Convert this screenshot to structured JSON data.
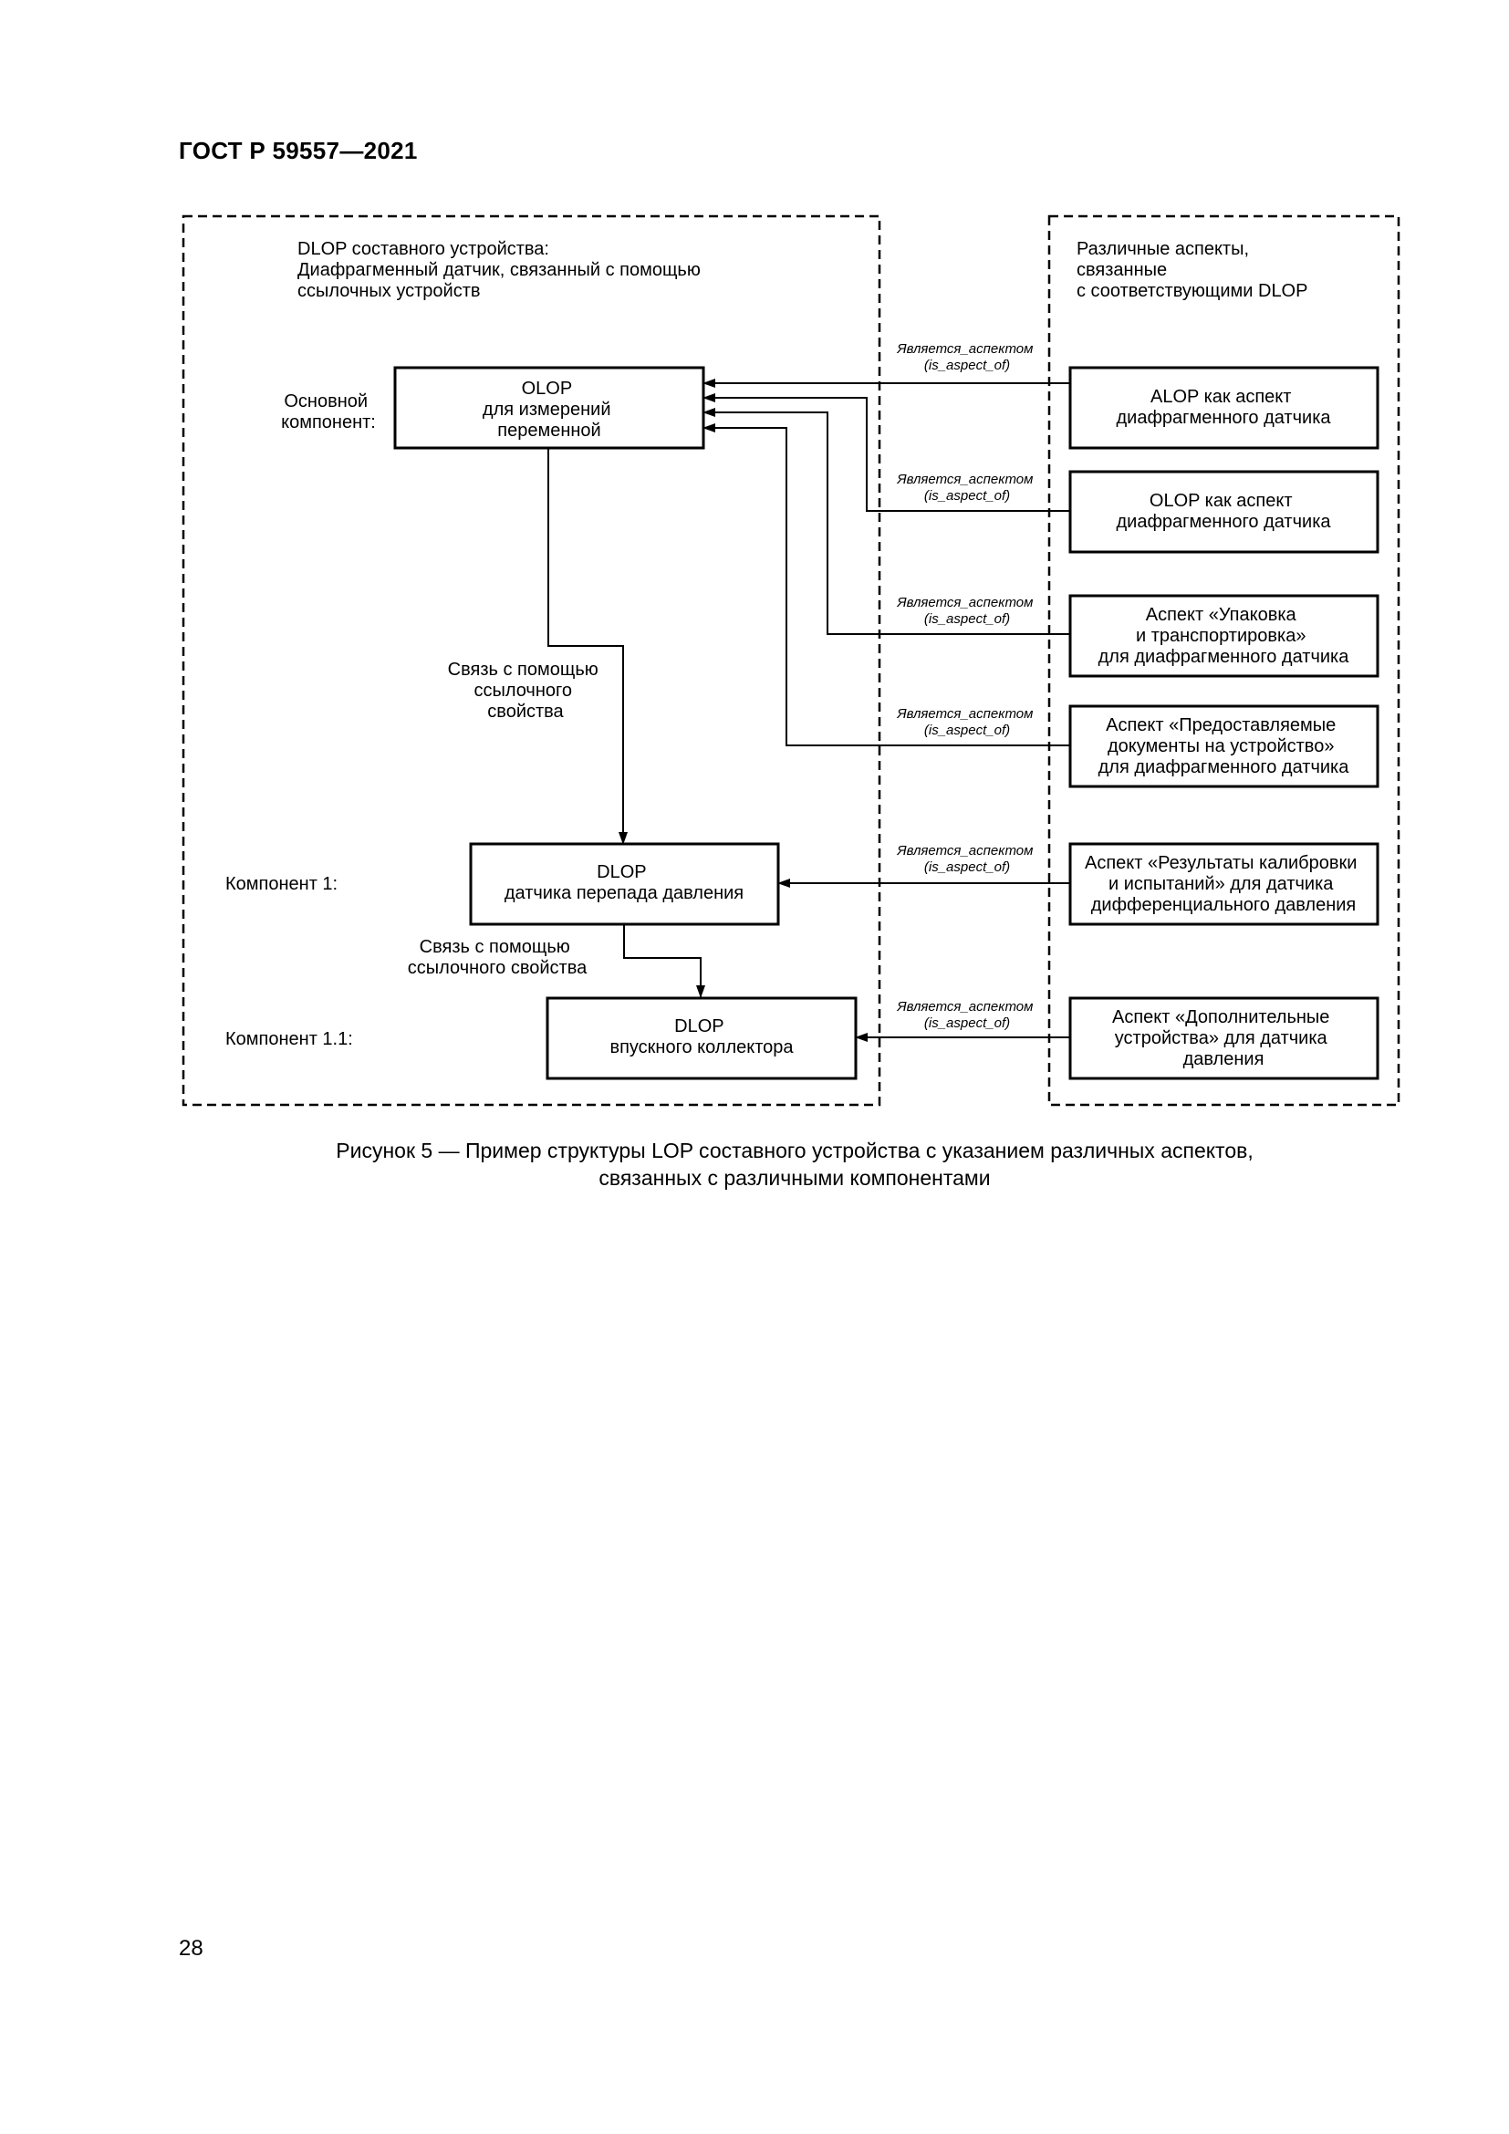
{
  "header": "ГОСТ Р 59557—2021",
  "page_number": "28",
  "caption": [
    "Рисунок 5 — Пример структуры LOP составного устройства с указанием различных аспектов,",
    "связанных с различными компонентами"
  ],
  "left_panel": {
    "title": [
      "DLOP составного устройства:",
      "Диафрагменный датчик, связанный с помощью",
      "ссылочных устройств"
    ],
    "main_label": [
      "Основной",
      "компонент:"
    ],
    "main_box": [
      "OLOP",
      "для измерений",
      "переменной"
    ],
    "link1": [
      "Связь с помощью",
      "ссылочного",
      "свойства"
    ],
    "comp1_label": "Компонент 1:",
    "comp1_box": [
      "DLOP",
      "датчика перепада давления"
    ],
    "link2": [
      "Связь с помощью",
      "ссылочного свойства"
    ],
    "comp11_label": "Компонент 1.1:",
    "comp11_box": [
      "DLOP",
      "впускного коллектора"
    ]
  },
  "right_panel": {
    "title": [
      "Различные аспекты,",
      "связанные",
      "с соответствующими DLOP"
    ],
    "aspects": [
      [
        "ALOP как аспект",
        "диафрагменного датчика"
      ],
      [
        "OLOP как аспект",
        "диафрагменного датчика"
      ],
      [
        "Аспект «Упаковка",
        "и транспортировка»",
        "для диафрагменного датчика"
      ],
      [
        "Аспект «Предоставляемые",
        "документы на устройство»",
        "для диафрагменного датчика"
      ],
      [
        "Аспект «Результаты калибровки",
        "и испытаний» для датчика",
        "дифференциального давления"
      ],
      [
        "Аспект «Дополнительные",
        "устройства» для датчика",
        "давления"
      ]
    ]
  },
  "relation_label": [
    "Является_аспектом",
    "(is_aspect_of)"
  ]
}
